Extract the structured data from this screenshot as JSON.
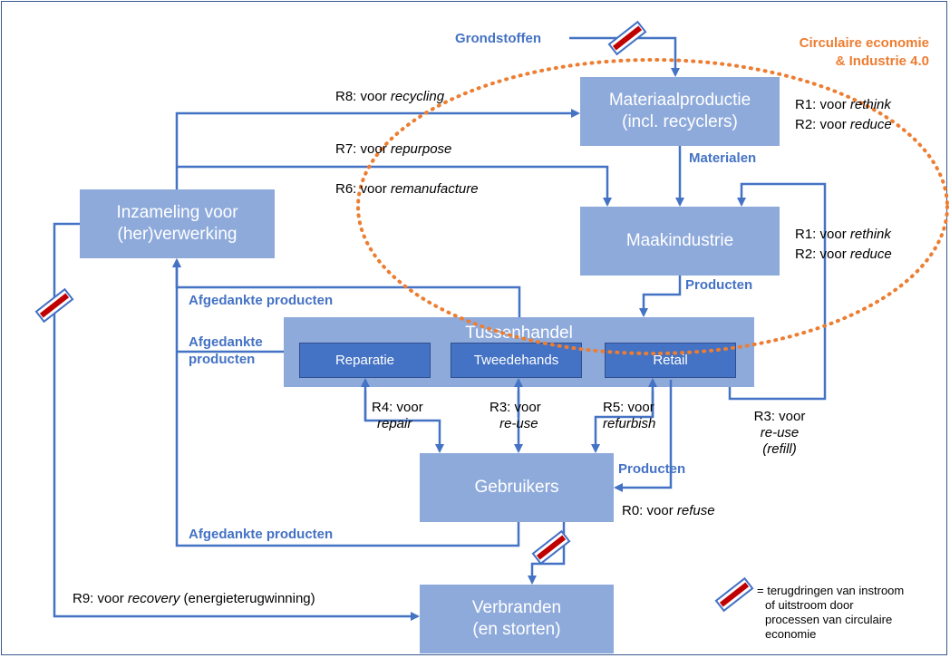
{
  "colors": {
    "box": "#8eaadb",
    "inner_box": "#4472c4",
    "arrow": "#4472c4",
    "label_blue": "#4472c4",
    "orange": "#ed7d31",
    "barrier_red": "#c00000"
  },
  "icons": {
    "barrier": "barrier-icon"
  },
  "boxes": {
    "materiaalproductie": [
      "Materiaalproductie",
      "(incl. recyclers)"
    ],
    "maakindustrie": "Maakindustrie",
    "inzameling": [
      "Inzameling voor",
      "(her)verwerking"
    ],
    "tussenhandel": "Tussenhandel",
    "reparatie": "Reparatie",
    "tweedehands": "Tweedehands",
    "retail": "Retail",
    "gebruikers": "Gebruikers",
    "verbranden": [
      "Verbranden",
      "(en storten)"
    ]
  },
  "flow_labels": {
    "grondstoffen": "Grondstoffen",
    "materialen": "Materialen",
    "producten_top": "Producten",
    "producten_right": "Producten",
    "afgedankte_1": "Afgedankte producten",
    "afgedankte_2": [
      "Afgedankte",
      "producten"
    ],
    "afgedankte_3": "Afgedankte producten"
  },
  "title": [
    "Circulaire economie",
    "& Industrie 4.0"
  ],
  "r_labels": {
    "r8": {
      "prefix": "R8: voor ",
      "italic": "recycling",
      "suffix": ""
    },
    "r7": {
      "prefix": "R7: voor ",
      "italic": "repurpose",
      "suffix": ""
    },
    "r6": {
      "prefix": "R6: voor ",
      "italic": "remanufacture",
      "suffix": ""
    },
    "r1_top": {
      "prefix": "R1: voor ",
      "italic": "rethink",
      "suffix": ""
    },
    "r2_top": {
      "prefix": "R2: voor ",
      "italic": "reduce",
      "suffix": ""
    },
    "r1_mid": {
      "prefix": "R1: voor ",
      "italic": "rethink",
      "suffix": ""
    },
    "r2_mid": {
      "prefix": "R2: voor ",
      "italic": "reduce",
      "suffix": ""
    },
    "r4": {
      "line1": "R4: voor",
      "line2": "repair"
    },
    "r3": {
      "line1": "R3: voor",
      "line2": "re-use"
    },
    "r5": {
      "line1": "R5: voor",
      "line2": "refurbish"
    },
    "r3_refill": {
      "line1": "R3: voor",
      "line2": "re-use",
      "line3": "(refill)"
    },
    "r0": {
      "prefix": "R0: voor ",
      "italic": "refuse",
      "suffix": ""
    },
    "r9": {
      "prefix": "R9: voor ",
      "italic": "recovery",
      "suffix": " (energieterugwinning)"
    }
  },
  "legend": [
    "= terugdringen van instroom",
    "of uitstroom door",
    "processen van circulaire",
    "economie"
  ]
}
